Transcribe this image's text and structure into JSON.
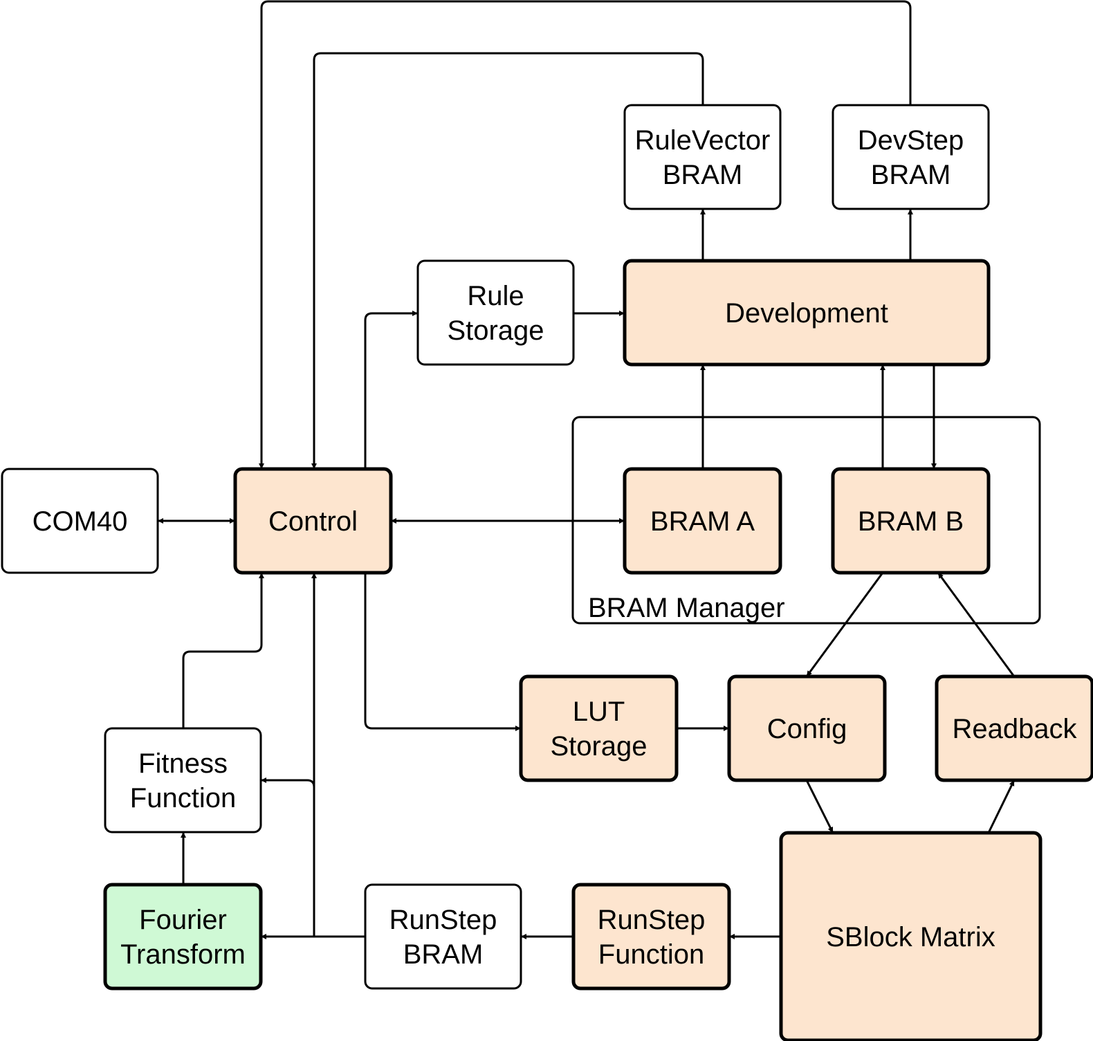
{
  "diagram": {
    "colors": {
      "module_fill": "#FDE5CF",
      "highlight_fill": "#CFF9D5",
      "plain_fill": "#FFFFFF",
      "stroke": "#000000"
    },
    "group": {
      "label": "BRAM Manager"
    },
    "nodes": {
      "rulevector_bram": {
        "lines": [
          "RuleVector",
          "BRAM"
        ],
        "kind": "plain"
      },
      "devstep_bram": {
        "lines": [
          "DevStep",
          "BRAM"
        ],
        "kind": "plain"
      },
      "rule_storage": {
        "lines": [
          "Rule",
          "Storage"
        ],
        "kind": "plain"
      },
      "development": {
        "lines": [
          "Development"
        ],
        "kind": "module"
      },
      "com40": {
        "lines": [
          "COM40"
        ],
        "kind": "plain"
      },
      "control": {
        "lines": [
          "Control"
        ],
        "kind": "module"
      },
      "bram_a": {
        "lines": [
          "BRAM A"
        ],
        "kind": "module"
      },
      "bram_b": {
        "lines": [
          "BRAM B"
        ],
        "kind": "module"
      },
      "lut_storage": {
        "lines": [
          "LUT",
          "Storage"
        ],
        "kind": "module"
      },
      "config": {
        "lines": [
          "Config"
        ],
        "kind": "module"
      },
      "readback": {
        "lines": [
          "Readback"
        ],
        "kind": "module"
      },
      "fitness_function": {
        "lines": [
          "Fitness",
          "Function"
        ],
        "kind": "plain"
      },
      "fourier_transform": {
        "lines": [
          "Fourier",
          "Transform"
        ],
        "kind": "highlight"
      },
      "runstep_bram": {
        "lines": [
          "RunStep",
          "BRAM"
        ],
        "kind": "plain"
      },
      "runstep_function": {
        "lines": [
          "RunStep",
          "Function"
        ],
        "kind": "module"
      },
      "sblock_matrix": {
        "lines": [
          "SBlock Matrix"
        ],
        "kind": "module"
      }
    },
    "edges": [
      {
        "from": "com40",
        "to": "control",
        "bidirectional": true
      },
      {
        "from": "control",
        "to": "bram_a",
        "bidirectional": true
      },
      {
        "from": "devstep_bram",
        "to": "control"
      },
      {
        "from": "rulevector_bram",
        "to": "control"
      },
      {
        "from": "control",
        "to": "rule_storage"
      },
      {
        "from": "rule_storage",
        "to": "development"
      },
      {
        "from": "development",
        "to": "rulevector_bram"
      },
      {
        "from": "development",
        "to": "devstep_bram"
      },
      {
        "from": "bram_a",
        "to": "development"
      },
      {
        "from": "bram_b",
        "to": "development"
      },
      {
        "from": "development",
        "to": "bram_b"
      },
      {
        "from": "control",
        "to": "lut_storage"
      },
      {
        "from": "lut_storage",
        "to": "config"
      },
      {
        "from": "bram_b",
        "to": "config"
      },
      {
        "from": "readback",
        "to": "bram_b"
      },
      {
        "from": "config",
        "to": "sblock_matrix"
      },
      {
        "from": "sblock_matrix",
        "to": "readback"
      },
      {
        "from": "sblock_matrix",
        "to": "runstep_function"
      },
      {
        "from": "runstep_function",
        "to": "runstep_bram"
      },
      {
        "from": "runstep_bram",
        "to": "fourier_transform"
      },
      {
        "from": "runstep_bram",
        "to": "fitness_function"
      },
      {
        "from": "runstep_bram",
        "to": "control"
      },
      {
        "from": "fourier_transform",
        "to": "fitness_function"
      },
      {
        "from": "fitness_function",
        "to": "control"
      }
    ]
  }
}
